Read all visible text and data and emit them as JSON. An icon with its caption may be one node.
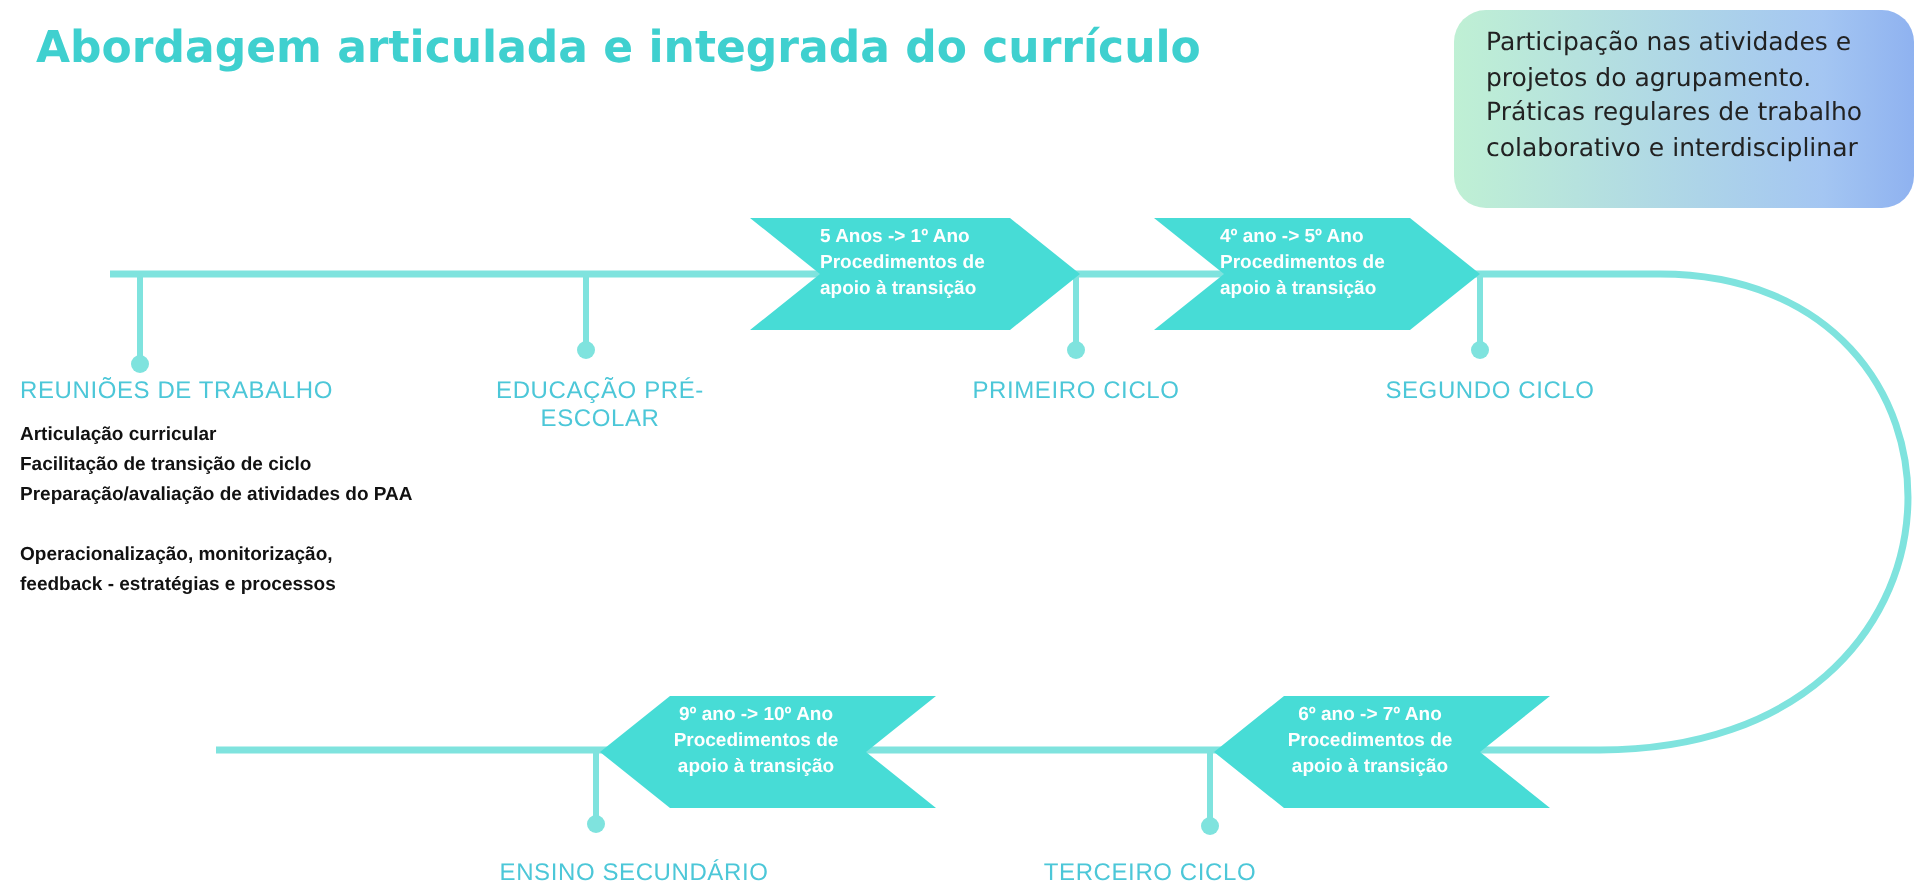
{
  "diagram": {
    "title": "Abordagem articulada e integrada do currículo",
    "nodes": [
      {
        "text": [
          "5 Anos -> 1º Ano",
          "Procedimentos de apoio à transição"
        ]
      },
      {
        "text": [
          "4º ano -> 5º Ano",
          "Procedimentos de apoio à transição"
        ]
      },
      {
        "text": [
          "6º ano -> 7º Ano",
          "Procedimentos de apoio à transição"
        ]
      },
      {
        "text": [
          "9º ano -> 10º Ano",
          "Procedimentos de apoio à transição"
        ]
      },
      {
        "text": [
          "Participação nas atividades e projetos do agrupamento.",
          "Práticas regulares de trabalho colaborativo e interdisciplinar"
        ]
      }
    ],
    "labels": [
      "REUNIÕES DE TRABALHO",
      "EDUCAÇÃO PRÉ-ESCOLAR",
      "PRIMEIRO CICLO",
      "SEGUNDO CICLO",
      "Articulação curricular",
      "Facilitação de transição de ciclo",
      "Preparação/avaliação de atividades do PAA",
      "Operacionalização, monitorização, feedback - estratégias e processos",
      "ENSINO SECUNDÁRIO",
      "TERCEIRO CICLO"
    ]
  }
}
